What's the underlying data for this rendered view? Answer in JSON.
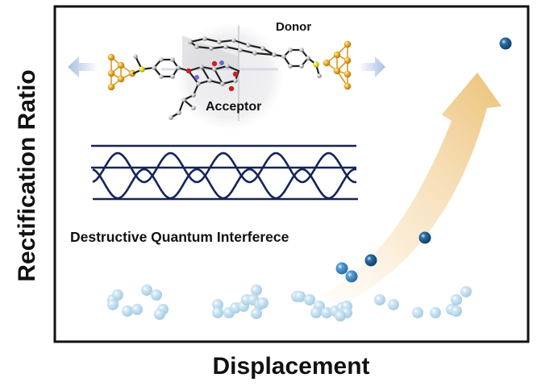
{
  "figure": {
    "y_axis_label": "Rectification Ratio",
    "x_axis_label": "Displacement"
  },
  "molecule": {
    "donor_label": "Donor",
    "acceptor_label": "Acceptor",
    "electrode_color": "#e8a623",
    "sulfur_color": "#e6e22a",
    "oxygen_color": "#cc1f1f",
    "nitrogen_color": "#6a6ad0"
  },
  "interference": {
    "label": "Destructive Quantum Interferece",
    "line_color": "#14245a",
    "wave_periods": 5
  },
  "trend": {
    "arrow_color": "#efc98a",
    "description": "rectification ratio increases with displacement"
  },
  "particles": {
    "baseline_color": "#b7d8ec",
    "rising_color": "#3b7fbf",
    "top_color": "#1f5f95"
  }
}
